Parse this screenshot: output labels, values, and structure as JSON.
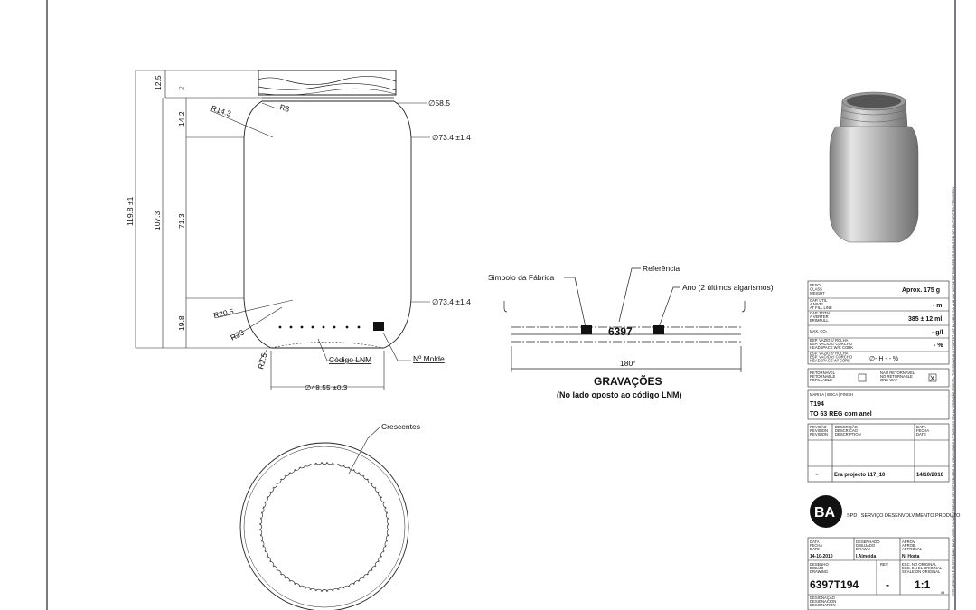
{
  "drawing": {
    "dimensions": {
      "total_height": "119.8 ±1",
      "neck_height": "12.5",
      "neck_small": "2",
      "shoulder": "14.2",
      "body_height": "107.3",
      "straight_wall": "71.3",
      "base_height": "19.8",
      "r_shoulder": "R14.3",
      "r_neck": "R3",
      "r_base1": "R20.5",
      "r_base2": "R23",
      "r_heel": "R2.5",
      "finish_dia": "∅58.5",
      "body_dia_top": "∅73.4 ±1.4",
      "body_dia_bottom": "∅73.4 ±1.4",
      "base_dia": "∅48.55 ±0.3"
    },
    "callouts": {
      "codigo_lnm": "Código LNM",
      "n_molde": "Nº Molde",
      "crescentes": "Crescentes"
    },
    "engraving": {
      "simbolo": "Simbolo da Fábrica",
      "referencia": "Referência",
      "ano": "Ano (2 últimos algarismos)",
      "code": "6397",
      "angle": "180°",
      "title": "GRAVAÇÕES",
      "subtitle": "(No lado oposto ao código LNM)"
    }
  },
  "title_block": {
    "peso_labels": [
      "PESO",
      "GLASS",
      "WEIGHT"
    ],
    "peso_value": "Aprox. 175  g",
    "cap_util_labels": [
      "CAP. UTIL",
      "A NIVEL",
      "AT FILL LINE"
    ],
    "cap_util_value": "-  ml",
    "cap_total_labels": [
      "CAP. TOTAL",
      "A VERTER",
      "BRIMFULL"
    ],
    "cap_total_value": "385 ± 12  ml",
    "max_co2_label": "MAX. CO₂",
    "max_co2_value": "-  g/l",
    "esp_rolha_labels": [
      "ESP. VAZIO c/ ROLHA",
      "ESP. VACIO c/ CORCHO",
      "HEADSPACE W/C CORK"
    ],
    "esp_rolha_value": "-  %",
    "esp_h_labels": [
      "ESP. VAZIO c/ ROLHA",
      "ESP. VACIO c/ CORCHO",
      "HEADSPACE W/ CORK"
    ],
    "esp_h_value": "∅-     H -          -  %",
    "retornavel_labels": [
      "RETORNAVEL",
      "RETORNABLE",
      "REFILLABLE"
    ],
    "nao_retornavel_labels": [
      "NÃO RETORNAVEL",
      "NO RETORNABLE",
      "ONE WAY"
    ],
    "nao_retornavel_mark": "X",
    "marisa_label": "MARISA | BOCA | FINISH",
    "finish_code": "T194",
    "finish_desc": "TO 63 REG com anel",
    "revision_header": [
      "REVISÃO",
      "REVISION",
      "REVISION"
    ],
    "description_header": [
      "DESCRIÇÃO",
      "DESCRICAO",
      "DESCRIPTION"
    ],
    "date_header": [
      "DATA",
      "FECHA",
      "DATE"
    ],
    "revision_value": "-",
    "revision_desc": "Era projecto 117_10",
    "revision_date": "14/10/2010",
    "logo": "BA",
    "company": "SPD | SERVIÇO DESENVOLVIMENTO PRODUTO",
    "data_header": [
      "DATA",
      "FECHA",
      "DATE"
    ],
    "desenhado_header": [
      "DESENHADO",
      "DIBUJADO",
      "DRAWN"
    ],
    "aprov_header": [
      "APROV.",
      "APROB.",
      "APPROVAL"
    ],
    "data_value": "14-10-2010",
    "desenhado_value": "I.Almeida",
    "aprov_value": "N. Horta",
    "desenho_header": [
      "DESENHO",
      "DIBUJO",
      "DRAWING"
    ],
    "rev_header": "REV.",
    "escala_header": [
      "ESC. NO ORIGINAL",
      "ESC. EN EL ORIGINAL",
      "SCALE ON ORIGINAL"
    ],
    "drawing_number": "6397T194",
    "rev_value": "-",
    "scale_value": "1:1",
    "sheet_size": "A4",
    "designacao_header": [
      "DESIGNAÇÃO",
      "DESIGNACION",
      "DESIGNATION"
    ]
  },
  "side_notice": "ESTE DESENHO É PROPRIEDADE DA BA VIDRO S.A. NÃO PODENDO SER REPRODUZIDO OU COMUNICADO A TERCEIROS SEM AUTORIZAÇÃO ESCRITA - THIS DRAWING IS PROPERTY OF BA VIDRO S.A. AND MAY NOT BE REPRODUCED OR DISCLOSED WITHOUT WRITTEN PERMISSION"
}
